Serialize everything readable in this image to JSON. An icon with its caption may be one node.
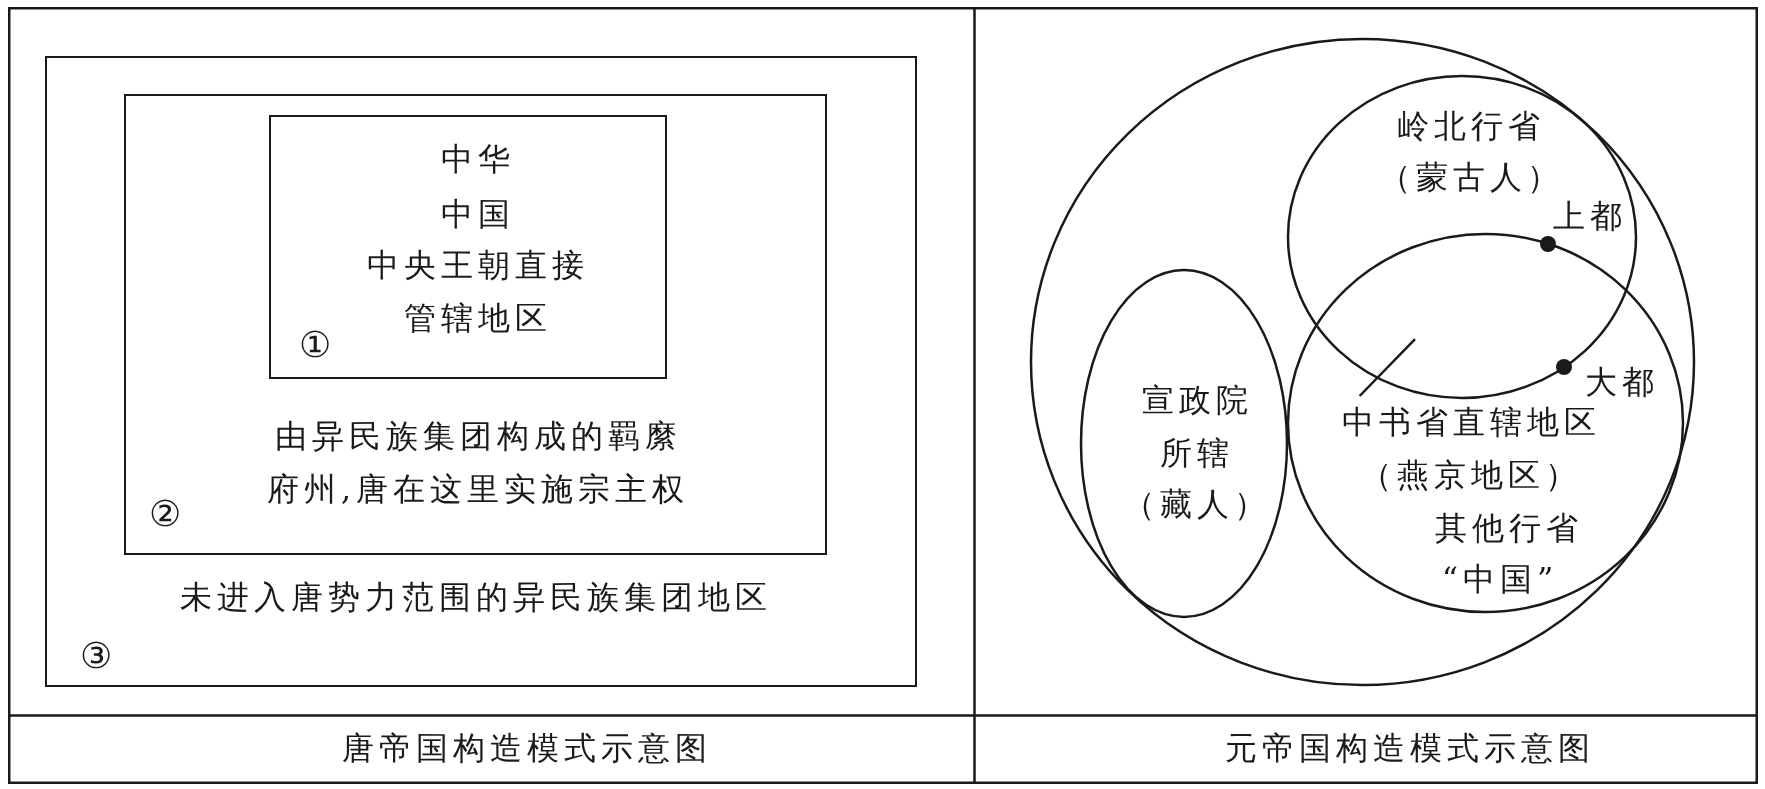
{
  "diagram": {
    "nodes": [
      {
        "text": [
          "未进入唐势力范围的异民族集团地区",
          "③"
        ]
      },
      {
        "text": [
          "由异民族集团构成的羁縻府州,唐在这里实施宗主权",
          "②"
        ],
        "in": 0
      },
      {
        "text": [
          "中华",
          "中国",
          "中央王朝直接管辖地区",
          "①"
        ],
        "in": 1
      },
      {
        "text": [],
        "shape": "circle"
      },
      {
        "text": [
          "岭北行省",
          "（蒙古人）"
        ],
        "in": 3
      },
      {
        "text": [
          "宣政院所辖",
          "（藏人）"
        ],
        "in": 3
      },
      {
        "text": [
          "其他行省",
          "“中国”"
        ],
        "in": 3
      },
      {
        "text": [
          "中书省直辖地区",
          "（燕京地区）"
        ],
        "in": 6
      }
    ],
    "edges": [
      {
        "from": 7,
        "to": 4,
        "arrow": "none"
      }
    ],
    "labels": [
      "上都",
      "大都",
      "唐帝国构造模式示意图",
      "元帝国构造模式示意图"
    ]
  }
}
